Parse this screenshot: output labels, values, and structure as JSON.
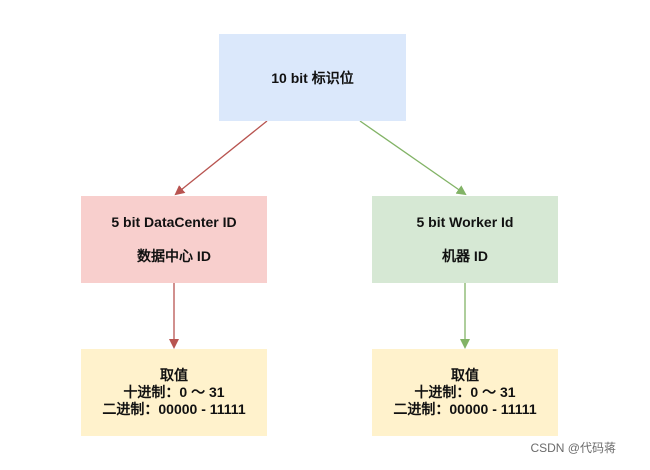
{
  "nodes": {
    "top": {
      "label": "10 bit 标识位",
      "color": "#dbe8fb"
    },
    "datacenter": {
      "title": "5 bit DataCenter ID",
      "subtitle": "数据中心 ID",
      "color": "#f8cfcd"
    },
    "worker": {
      "title": "5 bit Worker Id",
      "subtitle": "机器 ID",
      "color": "#d6e8d4"
    },
    "datacenter_range": {
      "line1": "取值",
      "line2": "十进制：0 ～ 31",
      "line3": "二进制：00000 - 11111",
      "color": "#fff2cc"
    },
    "worker_range": {
      "line1": "取值",
      "line2": "十进制：0 ～ 31",
      "line3": "二进制：00000 - 11111",
      "color": "#fff2cc"
    }
  },
  "edge_colors": {
    "red": "#b85450",
    "green": "#82b366"
  },
  "watermark": "CSDN @代码蒋"
}
